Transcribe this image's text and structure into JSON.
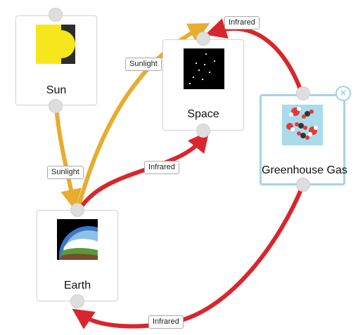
{
  "nodes": {
    "sun": {
      "label": "Sun"
    },
    "space": {
      "label": "Space"
    },
    "greenhouse_gas": {
      "label": "Greenhouse Gas",
      "selected": true
    },
    "earth": {
      "label": "Earth"
    }
  },
  "links": [
    {
      "from": "Sun",
      "to": "Earth",
      "label": "Sunlight",
      "color": "#e6ad2e"
    },
    {
      "from": "Earth",
      "to": "Space",
      "label": "Sunlight",
      "color": "#e6ad2e"
    },
    {
      "from": "Earth",
      "to": "Space",
      "label": "Infrared",
      "color": "#d9262c"
    },
    {
      "from": "Greenhouse Gas",
      "to": "Space",
      "label": "Infrared",
      "color": "#d9262c"
    },
    {
      "from": "Greenhouse Gas",
      "to": "Earth",
      "label": "Infrared",
      "color": "#d9262c"
    }
  ],
  "colors": {
    "sunlight": "#e6ad2e",
    "infrared": "#d9262c",
    "selection": "#9fd0ea"
  },
  "icons": {
    "close": "close-icon"
  }
}
